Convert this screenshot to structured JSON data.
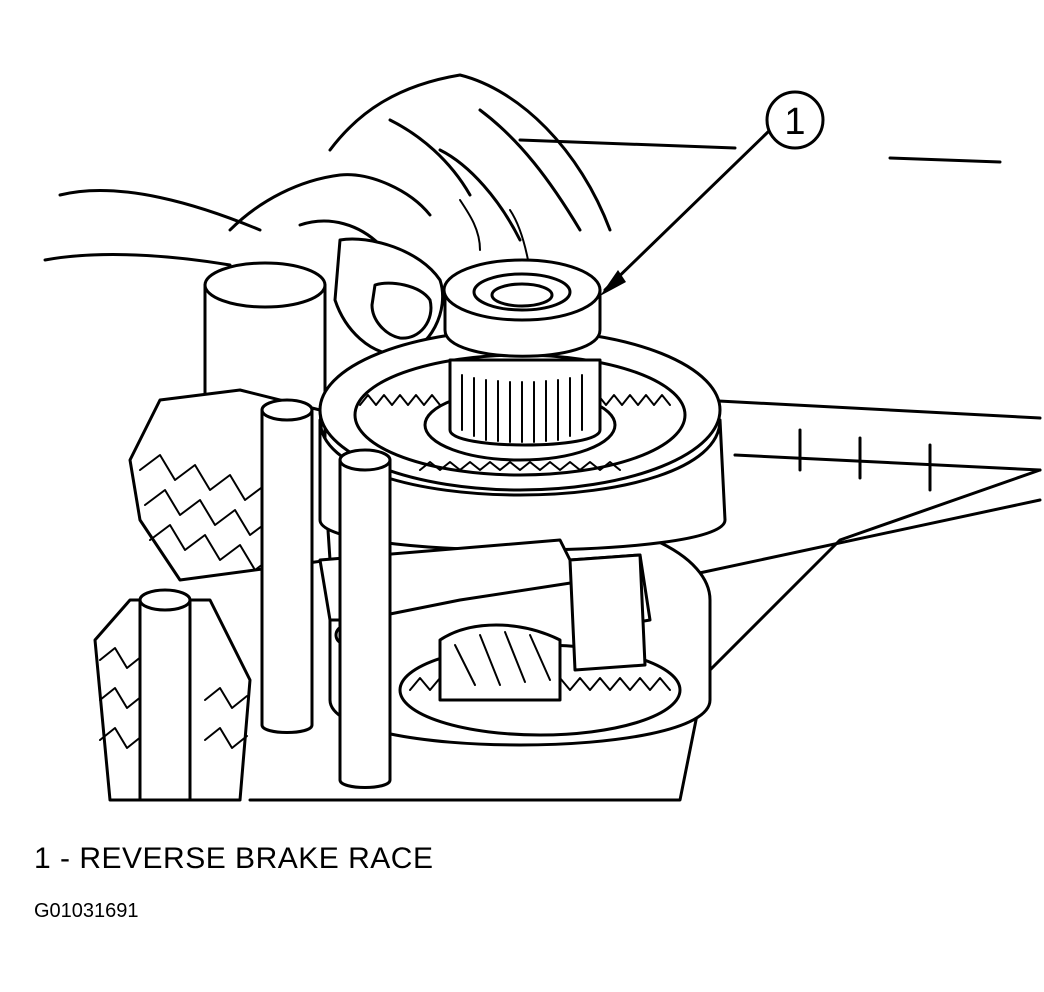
{
  "callout": {
    "number": "1"
  },
  "caption": {
    "text": "1 - REVERSE BRAKE RACE"
  },
  "figure_id": {
    "text": "G01031691"
  },
  "colors": {
    "line": "#000000",
    "background": "#ffffff"
  }
}
